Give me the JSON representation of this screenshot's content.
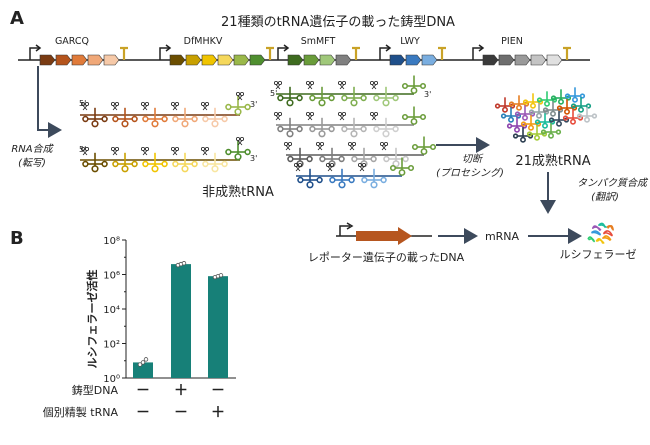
{
  "panel_a": {
    "label": "A",
    "title": "21種類のtRNA遺伝子の載った鋳型DNA",
    "gene_groups": [
      "GARCQ",
      "DfMHKV",
      "SmMFT",
      "LWY",
      "PIEN"
    ],
    "rna_synthesis": [
      "RNA合成",
      "(転写)"
    ],
    "immature_trna": "非成熟tRNA",
    "cleavage": [
      "切断",
      "(プロセシング)"
    ],
    "mature_trna": "21成熟tRNA",
    "translation": [
      "タンパク質合成",
      "(翻訳)"
    ],
    "reporter_dna": "レポーター遺伝子の載ったDNA",
    "mrna": "mRNA",
    "luciferase": "ルシフェラーゼ",
    "five_prime": "5'",
    "three_prime": "3'",
    "group_colors": [
      [
        "#7a3b12",
        "#b5541c",
        "#e07b3a",
        "#f0a878",
        "#f6c9a8"
      ],
      [
        "#6b4e00",
        "#c8a000",
        "#f0c400",
        "#f5d85c",
        "#9ab84a",
        "#4f8f2f"
      ],
      [
        "#3e6b1f",
        "#6a9c3a",
        "#a0c87a",
        "#808080"
      ],
      [
        "#1f4f8a",
        "#3a7ac0",
        "#7aaee0"
      ],
      [
        "#3a3a3a",
        "#6e6e6e",
        "#9a9a9a",
        "#c4c4c4",
        "#e0e0e0"
      ]
    ]
  },
  "panel_b": {
    "label": "B",
    "row_labels": [
      "鋳型DNA",
      "個別精製 tRNA"
    ],
    "row1_signs": [
      "－",
      "＋",
      "－"
    ],
    "row2_signs": [
      "－",
      "－",
      "＋"
    ]
  },
  "chart_data": {
    "type": "bar",
    "ylabel": "ルシフェラーゼ活性",
    "yscale": "log",
    "ylim": [
      1,
      100000000
    ],
    "yticks": [
      "10⁰",
      "10²",
      "10⁴",
      "10⁶",
      "10⁸"
    ],
    "categories": [
      "鋳型DNA − / 個別精製tRNA −",
      "鋳型DNA + / 個別精製tRNA −",
      "鋳型DNA − / 個別精製tRNA +"
    ],
    "values": [
      8,
      4000000,
      800000
    ],
    "replicates": [
      [
        6,
        8,
        12
      ],
      [
        3500000,
        4000000,
        4500000
      ],
      [
        700000,
        800000,
        900000
      ]
    ],
    "bar_color": "#178078"
  }
}
